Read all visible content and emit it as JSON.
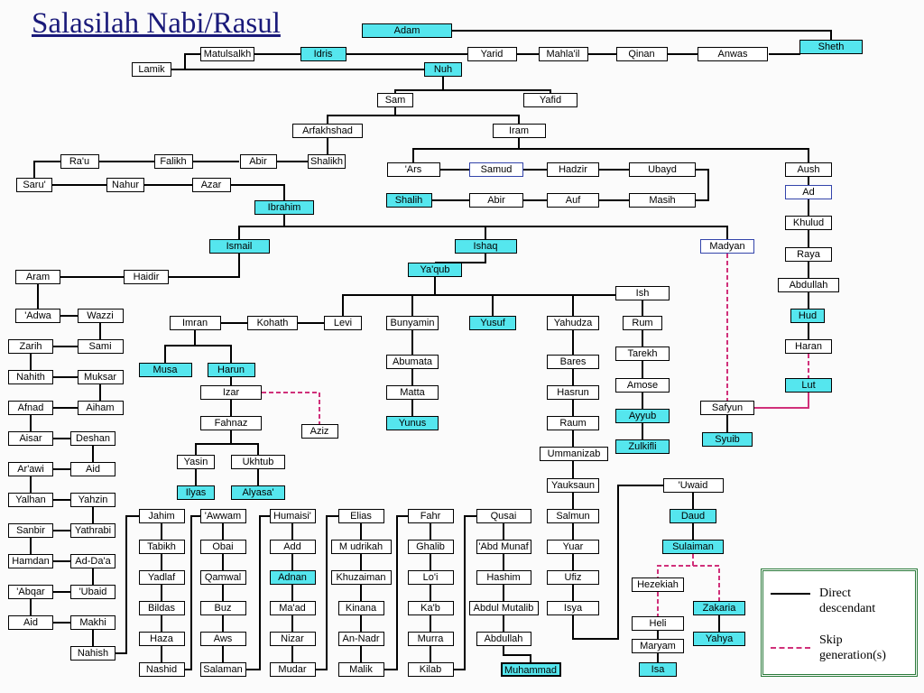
{
  "title": "Salasilah Nabi/Rasul",
  "legend": {
    "direct": "Direct descendant",
    "skip": "Skip generation(s)"
  },
  "colors": {
    "prophet": "#55e6ee",
    "line": "#000000",
    "skip": "#d0307a",
    "legend_border": "#2a7a3a",
    "title": "#1a1a7a"
  },
  "nodes": [
    {
      "name": "Adam",
      "style": "prophet"
    },
    {
      "name": "Sheth",
      "style": "prophet"
    },
    {
      "name": "Anwas"
    },
    {
      "name": "Qinan"
    },
    {
      "name": "Mahla'il"
    },
    {
      "name": "Yarid"
    },
    {
      "name": "Idris",
      "style": "prophet"
    },
    {
      "name": "Matulsalkh"
    },
    {
      "name": "Lamik"
    },
    {
      "name": "Nuh",
      "style": "prophet"
    },
    {
      "name": "Sam"
    },
    {
      "name": "Yafid"
    },
    {
      "name": "Arfakhshad"
    },
    {
      "name": "Iram"
    },
    {
      "name": "Ra'u"
    },
    {
      "name": "Falikh"
    },
    {
      "name": "Abir"
    },
    {
      "name": "Shalikh"
    },
    {
      "name": "Saru'"
    },
    {
      "name": "Nahur"
    },
    {
      "name": "Azar"
    },
    {
      "name": "Ibrahim",
      "style": "prophet"
    },
    {
      "name": "'Ars"
    },
    {
      "name": "Samud",
      "style": "outline"
    },
    {
      "name": "Hadzir"
    },
    {
      "name": "Ubayd"
    },
    {
      "name": "Aush"
    },
    {
      "name": "Shalih",
      "style": "prophet"
    },
    {
      "name": "Abir"
    },
    {
      "name": "Auf"
    },
    {
      "name": "Masih"
    },
    {
      "name": "Ad",
      "style": "outline"
    },
    {
      "name": "Khulud"
    },
    {
      "name": "Raya"
    },
    {
      "name": "Abdullah"
    },
    {
      "name": "Hud",
      "style": "prophet"
    },
    {
      "name": "Haran"
    },
    {
      "name": "Lut",
      "style": "prophet"
    },
    {
      "name": "Ismail",
      "style": "prophet"
    },
    {
      "name": "Ishaq",
      "style": "prophet"
    },
    {
      "name": "Madyan",
      "style": "outline"
    },
    {
      "name": "Ya'qub",
      "style": "prophet"
    },
    {
      "name": "Aram"
    },
    {
      "name": "Haidir"
    },
    {
      "name": "Ish"
    },
    {
      "name": "'Adwa"
    },
    {
      "name": "Wazzi"
    },
    {
      "name": "Imran"
    },
    {
      "name": "Kohath"
    },
    {
      "name": "Levi"
    },
    {
      "name": "Bunyamin"
    },
    {
      "name": "Yusuf",
      "style": "prophet"
    },
    {
      "name": "Yahudza"
    },
    {
      "name": "Rum"
    },
    {
      "name": "Zarih"
    },
    {
      "name": "Sami"
    },
    {
      "name": "Nahith"
    },
    {
      "name": "Muksar"
    },
    {
      "name": "Musa",
      "style": "prophet"
    },
    {
      "name": "Harun",
      "style": "prophet"
    },
    {
      "name": "Abumata"
    },
    {
      "name": "Bares"
    },
    {
      "name": "Tarekh"
    },
    {
      "name": "Izar"
    },
    {
      "name": "Matta"
    },
    {
      "name": "Hasrun"
    },
    {
      "name": "Amose"
    },
    {
      "name": "Afnad"
    },
    {
      "name": "Aiham"
    },
    {
      "name": "Aziz"
    },
    {
      "name": "Fahnaz"
    },
    {
      "name": "Yunus",
      "style": "prophet"
    },
    {
      "name": "Raum"
    },
    {
      "name": "Ayyub",
      "style": "prophet"
    },
    {
      "name": "Safyun"
    },
    {
      "name": "Syuib",
      "style": "prophet"
    },
    {
      "name": "Aisar"
    },
    {
      "name": "Deshan"
    },
    {
      "name": "Zulkifli",
      "style": "prophet"
    },
    {
      "name": "Ummanizab"
    },
    {
      "name": "Ar'awi"
    },
    {
      "name": "Aid"
    },
    {
      "name": "Yasin"
    },
    {
      "name": "Ukhtub"
    },
    {
      "name": "Yauksaun"
    },
    {
      "name": "'Uwaid"
    },
    {
      "name": "Ilyas",
      "style": "prophet"
    },
    {
      "name": "Alyasa'",
      "style": "prophet"
    },
    {
      "name": "Yalhan"
    },
    {
      "name": "Yahzin"
    },
    {
      "name": "Jahim"
    },
    {
      "name": "'Awwam"
    },
    {
      "name": "Humaisi'"
    },
    {
      "name": "Elias"
    },
    {
      "name": "Fahr"
    },
    {
      "name": "Qusai"
    },
    {
      "name": "Salmun"
    },
    {
      "name": "Daud",
      "style": "prophet"
    },
    {
      "name": "Sanbir"
    },
    {
      "name": "Yathrabi"
    },
    {
      "name": "Tabikh"
    },
    {
      "name": "Obai"
    },
    {
      "name": "Add"
    },
    {
      "name": "M udrikah"
    },
    {
      "name": "Ghalib"
    },
    {
      "name": "'Abd Munaf"
    },
    {
      "name": "Yuar"
    },
    {
      "name": "Sulaiman",
      "style": "prophet"
    },
    {
      "name": "Hamdan"
    },
    {
      "name": "Ad-Da'a"
    },
    {
      "name": "Yadlaf"
    },
    {
      "name": "Qamwal"
    },
    {
      "name": "Adnan",
      "style": "prophet"
    },
    {
      "name": "Khuzaiman"
    },
    {
      "name": "Lo'i"
    },
    {
      "name": "Hashim"
    },
    {
      "name": "Ufiz"
    },
    {
      "name": "Hezekiah"
    },
    {
      "name": "'Abqar"
    },
    {
      "name": "'Ubaid"
    },
    {
      "name": "Bildas"
    },
    {
      "name": "Buz"
    },
    {
      "name": "Ma'ad"
    },
    {
      "name": "Kinana"
    },
    {
      "name": "Ka'b"
    },
    {
      "name": "Abdul Mutalib"
    },
    {
      "name": "Isya"
    },
    {
      "name": "Zakaria",
      "style": "prophet"
    },
    {
      "name": "Heli"
    },
    {
      "name": "Aid"
    },
    {
      "name": "Makhi"
    },
    {
      "name": "Haza"
    },
    {
      "name": "Aws"
    },
    {
      "name": "Nizar"
    },
    {
      "name": "An-Nadr"
    },
    {
      "name": "Murra"
    },
    {
      "name": "Abdullah"
    },
    {
      "name": "Yahya",
      "style": "prophet"
    },
    {
      "name": "Maryam"
    },
    {
      "name": "Nahish"
    },
    {
      "name": "Nashid"
    },
    {
      "name": "Salaman"
    },
    {
      "name": "Mudar"
    },
    {
      "name": "Malik"
    },
    {
      "name": "Kilab"
    },
    {
      "name": "Muhammad",
      "style": "prophet main"
    },
    {
      "name": "Isa",
      "style": "prophet"
    }
  ]
}
